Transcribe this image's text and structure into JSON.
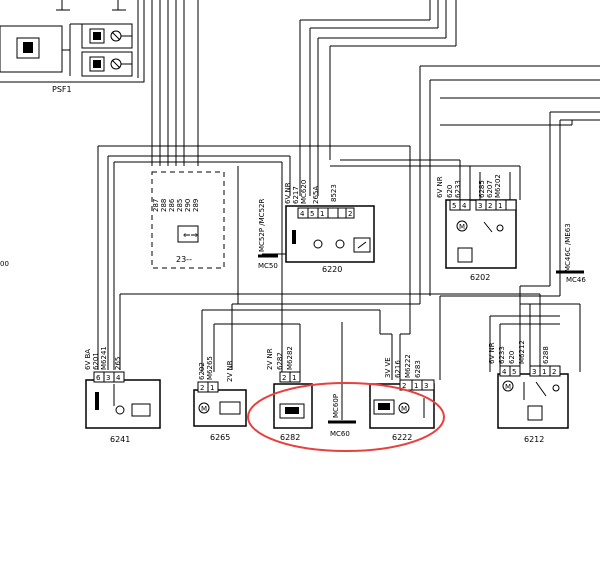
{
  "diagram": {
    "title_fragment": "PSF1",
    "left_edge_label": "00",
    "connector_23": {
      "name": "23--",
      "wires": [
        "287",
        "288",
        "286",
        "285",
        "290",
        "289"
      ]
    },
    "c6220": {
      "name": "6220",
      "labels": [
        "6V NR",
        "6217",
        "MC620",
        "265A",
        "8523"
      ],
      "pins": [
        "4",
        "5",
        "1",
        "2"
      ],
      "ground_tag": "MC52P /MC52R",
      "ground_ref": "MC50"
    },
    "c6202": {
      "name": "6202",
      "labels": [
        "6V NR",
        "620",
        "6233",
        "6285",
        "6207",
        "M6202"
      ],
      "pins": [
        "5",
        "4",
        "3",
        "2",
        "1"
      ],
      "ground_tag": "MC46C /ME63",
      "ground_ref": "MC46"
    },
    "c6241": {
      "name": "6241",
      "labels": [
        "6V BA",
        "6201",
        "M6241",
        "265"
      ],
      "pins": [
        "6",
        "3",
        "4"
      ]
    },
    "c6265": {
      "name": "6265",
      "labels": [
        "6202",
        "M6265",
        "2V NR"
      ],
      "pins": [
        "2",
        "1"
      ]
    },
    "c6282": {
      "name": "6282",
      "labels": [
        "2V NR",
        "6282",
        "M6282"
      ],
      "pins": [
        "2",
        "1"
      ]
    },
    "ground_mc60": {
      "tag": "MC60P",
      "ref": "MC60"
    },
    "c6222": {
      "name": "6222",
      "labels": [
        "3V VE",
        "6216",
        "M6222",
        "6283"
      ],
      "pins": [
        "2",
        "1",
        "3"
      ]
    },
    "c6212": {
      "name": "6212",
      "labels": [
        "6V NR",
        "6233",
        "620",
        "M6212",
        "6288"
      ],
      "pins": [
        "4",
        "5",
        "3",
        "1",
        "2"
      ]
    },
    "highlight_color": "#e8403c",
    "line_color": "#000000"
  }
}
